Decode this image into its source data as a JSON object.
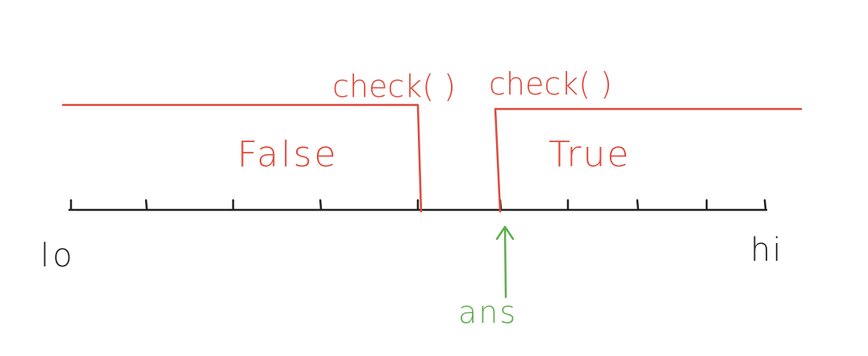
{
  "diagram": {
    "colors": {
      "boundary": "#de4a3b",
      "answer": "#5fae4c",
      "axis": "#222222",
      "background": "#ffffff"
    },
    "labels": {
      "check_left": "check( )",
      "check_right": "check( )",
      "false_region": "False",
      "true_region": "True",
      "lo": "lo",
      "hi": "hi",
      "ans": "ans"
    },
    "axis": {
      "tick_count": 10
    }
  }
}
